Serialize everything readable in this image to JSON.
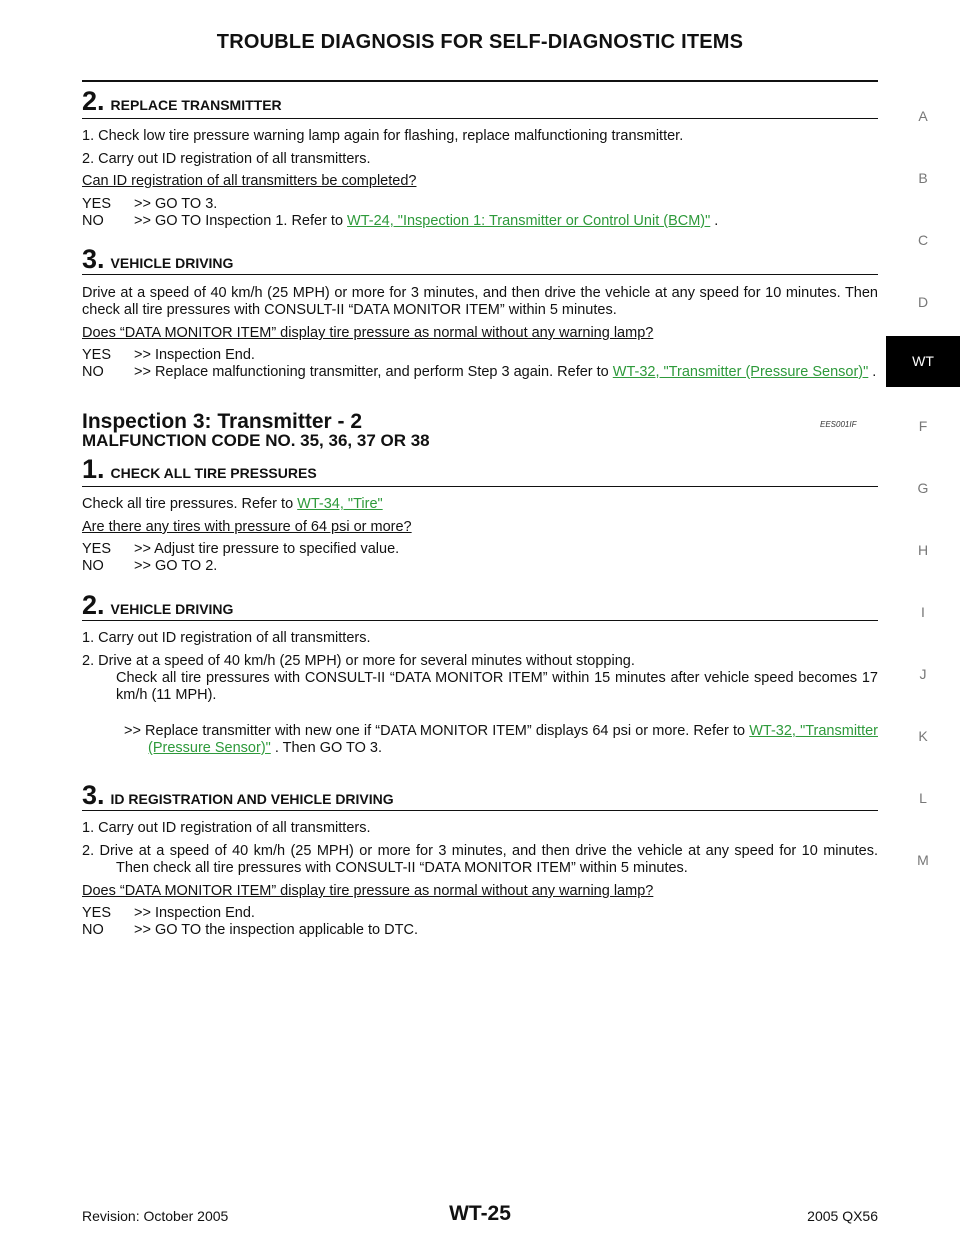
{
  "header": {
    "title": "TROUBLE DIAGNOSIS FOR SELF-DIAGNOSTIC ITEMS"
  },
  "side_tabs": [
    "A",
    "B",
    "C",
    "D",
    "WT",
    "F",
    "G",
    "H",
    "I",
    "J",
    "K",
    "L",
    "M"
  ],
  "active_tab": "WT",
  "block1": {
    "step2": {
      "num": "2.",
      "title": "REPLACE TRANSMITTER"
    },
    "items": [
      "1.   Check low tire pressure warning lamp again for flashing, replace malfunctioning transmitter.",
      "2.   Carry out ID registration of all transmitters."
    ],
    "question": "Can ID registration of all transmitters be completed?",
    "yes_key": "YES",
    "yes_val": ">> GO TO 3.",
    "no_key": "NO",
    "no_val_pre": ">> GO TO Inspection 1. Refer to ",
    "no_link": "WT-24, \"Inspection 1: Transmitter or Control Unit (BCM)\"",
    "no_val_post": " ."
  },
  "block2": {
    "step3": {
      "num": "3.",
      "title": "VEHICLE DRIVING"
    },
    "para": "Drive at a speed of 40 km/h (25 MPH) or more for 3 minutes, and then drive the vehicle at any speed for 10 minutes. Then check all tire pressures with CONSULT-II “DATA MONITOR ITEM” within 5 minutes.",
    "question": "Does “DATA MONITOR ITEM” display tire pressure as normal without any warning lamp?",
    "yes_key": "YES",
    "yes_val": ">> Inspection End.",
    "no_key": "NO",
    "no_val_pre": ">> Replace malfunctioning transmitter, and perform Step 3 again. Refer to ",
    "no_link": "WT-32, \"Transmitter (Pressure Sensor)\"",
    "no_val_post": " ."
  },
  "inspection3": {
    "title": "Inspection 3: Transmitter - 2",
    "code": "EES001IF",
    "subtitle": "MALFUNCTION CODE NO. 35, 36, 37 OR 38"
  },
  "block3": {
    "step1": {
      "num": "1.",
      "title": "CHECK ALL TIRE PRESSURES"
    },
    "text_pre": "Check all tire pressures. Refer to ",
    "link": "WT-34, \"Tire\"",
    "question": "Are there any tires with pressure of 64 psi or more?",
    "yes_key": "YES",
    "yes_val": ">> Adjust tire pressure to specified value.",
    "no_key": "NO",
    "no_val": ">> GO TO 2."
  },
  "block4": {
    "step2": {
      "num": "2.",
      "title": "VEHICLE DRIVING"
    },
    "item1": "1.   Carry out ID registration of all transmitters.",
    "item2_a": "2.   Drive at a speed of 40 km/h (25 MPH) or more for several minutes without stopping.",
    "item2_b": "Check all tire pressures with CONSULT-II “DATA MONITOR ITEM” within 15 minutes after vehicle speed becomes 17 km/h (11 MPH).",
    "action_pre": ">> Replace transmitter with new one if “DATA MONITOR ITEM” displays 64 psi or more. Refer to",
    "action_link": "WT-32, \"Transmitter (Pressure Sensor)\"",
    "action_post": " . Then GO TO 3."
  },
  "block5": {
    "step3": {
      "num": "3.",
      "title": "ID REGISTRATION AND VEHICLE DRIVING"
    },
    "item1": "1.   Carry out ID registration of all transmitters.",
    "item2": "2.   Drive at a speed of 40 km/h (25 MPH) or more for 3 minutes, and then drive the vehicle at any speed for 10 minutes. Then check all tire pressures with CONSULT-II “DATA MONITOR ITEM” within 5 minutes.",
    "question": "Does “DATA MONITOR ITEM” display tire pressure as normal without any warning lamp?",
    "yes_key": "YES",
    "yes_val": ">> Inspection End.",
    "no_key": "NO",
    "no_val": ">> GO TO the inspection applicable to DTC."
  },
  "footer": {
    "revision": "Revision: October 2005",
    "page": "WT-25",
    "model": "2005 QX56"
  },
  "colors": {
    "link": "#2e9a3b",
    "tab_active_bg": "#000000"
  }
}
